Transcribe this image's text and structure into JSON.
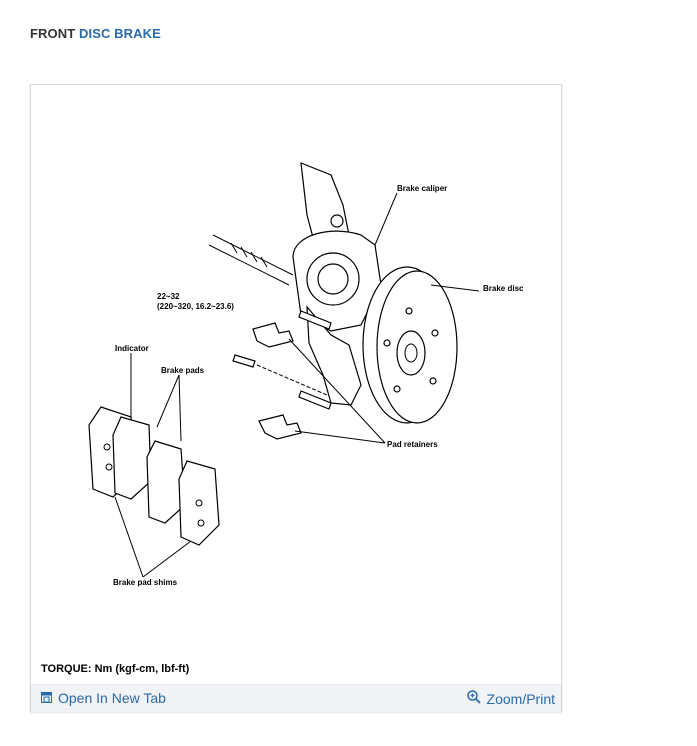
{
  "heading": {
    "prefix": "FRONT",
    "accent": "DISC BRAKE"
  },
  "diagram": {
    "labels": {
      "brake_caliper": "Brake caliper",
      "brake_disc": "Brake disc",
      "torque_spec_line1": "22~32",
      "torque_spec_line2": "(220~320, 16.2~23.6)",
      "indicator": "Indicator",
      "brake_pads": "Brake pads",
      "pad_retainers": "Pad retainers",
      "brake_pad_shims": "Brake pad shims"
    },
    "torque_note": "TORQUE: Nm (kgf-cm, lbf-ft)"
  },
  "footer": {
    "open_tab_label": "Open In New Tab",
    "zoom_label": "Zoom/Print",
    "link_color": "#2a6aa8"
  },
  "icons": {
    "open_tab": "open-new-tab-icon",
    "zoom": "magnifier-zoom-icon"
  }
}
